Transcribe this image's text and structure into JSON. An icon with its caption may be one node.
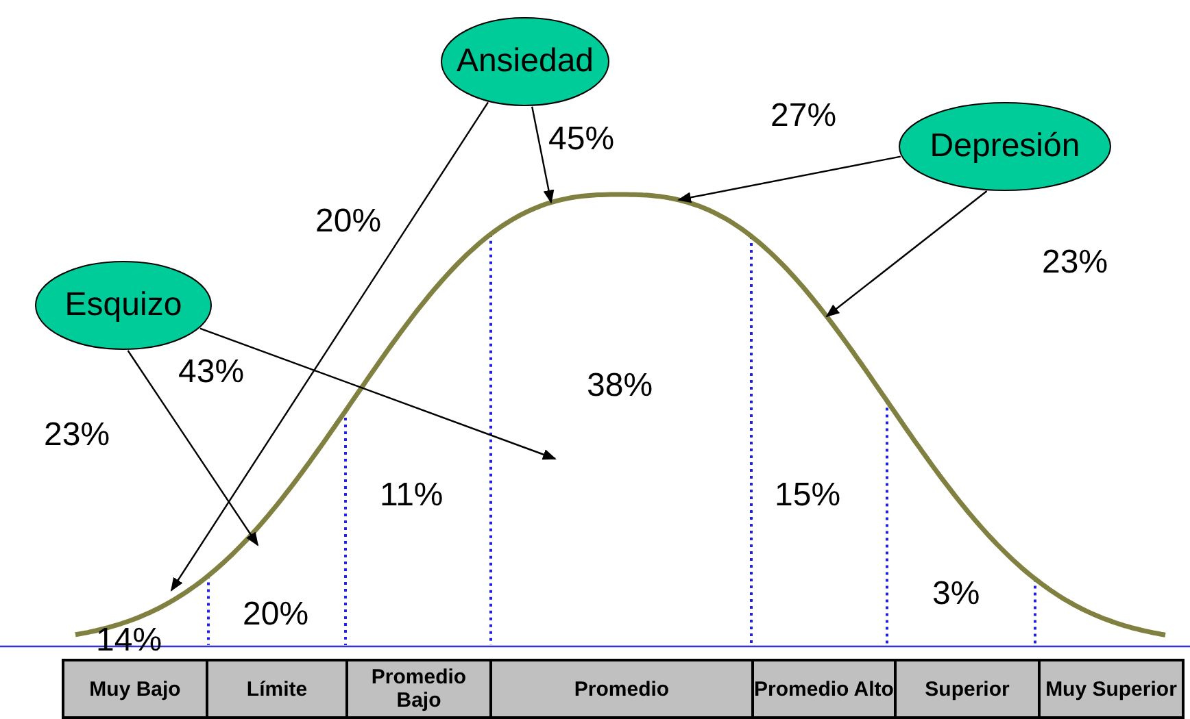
{
  "diagram": {
    "nodes": [
      {
        "text": [
          "Ansiedad"
        ]
      },
      {
        "text": [
          "Depresión"
        ]
      },
      {
        "text": [
          "Esquizo"
        ]
      }
    ],
    "edges": [
      {
        "from": 0,
        "to": null,
        "arrow": "to"
      },
      {
        "from": 0,
        "to": null,
        "arrow": "to"
      },
      {
        "from": 1,
        "to": null,
        "arrow": "to"
      },
      {
        "from": 1,
        "to": null,
        "arrow": "to"
      },
      {
        "from": 2,
        "to": null,
        "arrow": "to"
      },
      {
        "from": 2,
        "to": null,
        "arrow": "to"
      }
    ],
    "labels": [
      "27%",
      "45%",
      "20%",
      "23%",
      "43%",
      "38%",
      "23%",
      "11%",
      "15%",
      "3%",
      "20%",
      "14%",
      "Muy Bajo",
      "Límite",
      "Promedio Bajo",
      "Promedio",
      "Promedio Alto",
      "Superior",
      "Muy Superior"
    ]
  }
}
